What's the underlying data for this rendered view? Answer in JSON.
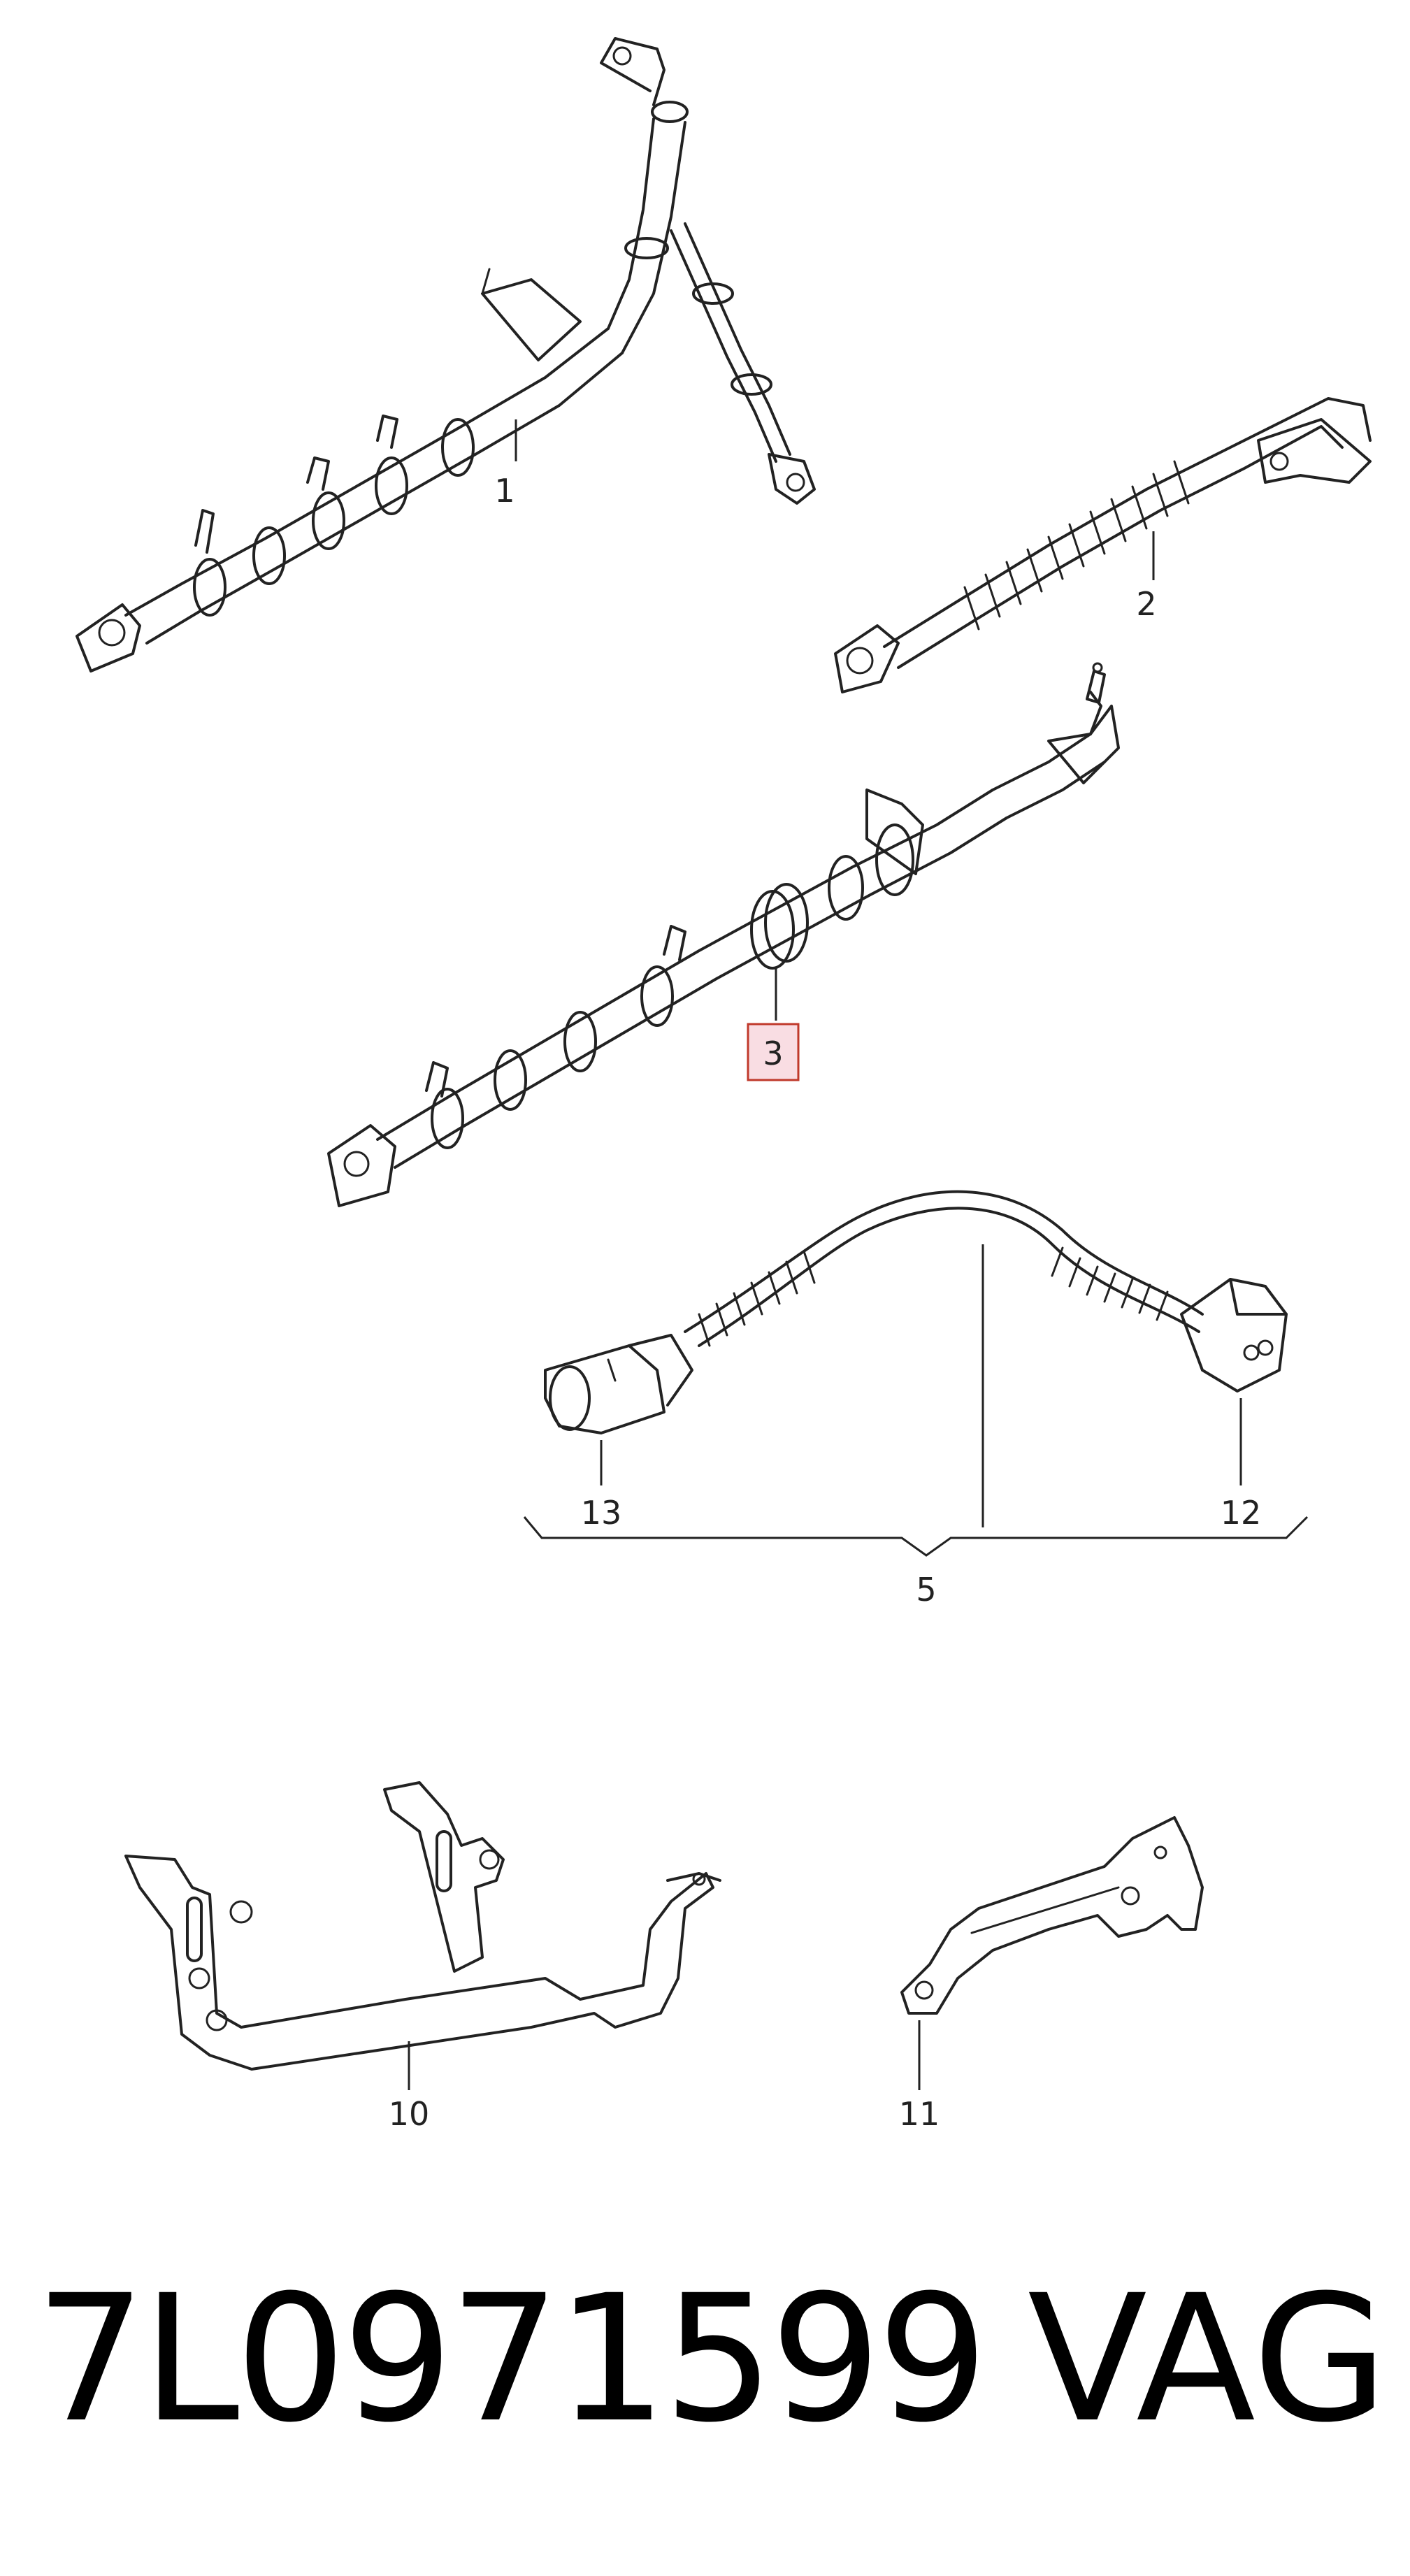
{
  "callouts": [
    {
      "id": "c1",
      "text": "1"
    },
    {
      "id": "c2",
      "text": "2"
    },
    {
      "id": "c3",
      "text": "3",
      "highlighted": true
    },
    {
      "id": "c5",
      "text": "5"
    },
    {
      "id": "c10",
      "text": "10"
    },
    {
      "id": "c11",
      "text": "11"
    },
    {
      "id": "c12",
      "text": "12"
    },
    {
      "id": "c13",
      "text": "13"
    }
  ],
  "footer": {
    "part_number": "7L0971599",
    "brand": "VAG"
  },
  "colors": {
    "line": "#222222",
    "highlight_fill": "#f9dde3",
    "highlight_border": "#c0392b",
    "background": "#ffffff"
  }
}
